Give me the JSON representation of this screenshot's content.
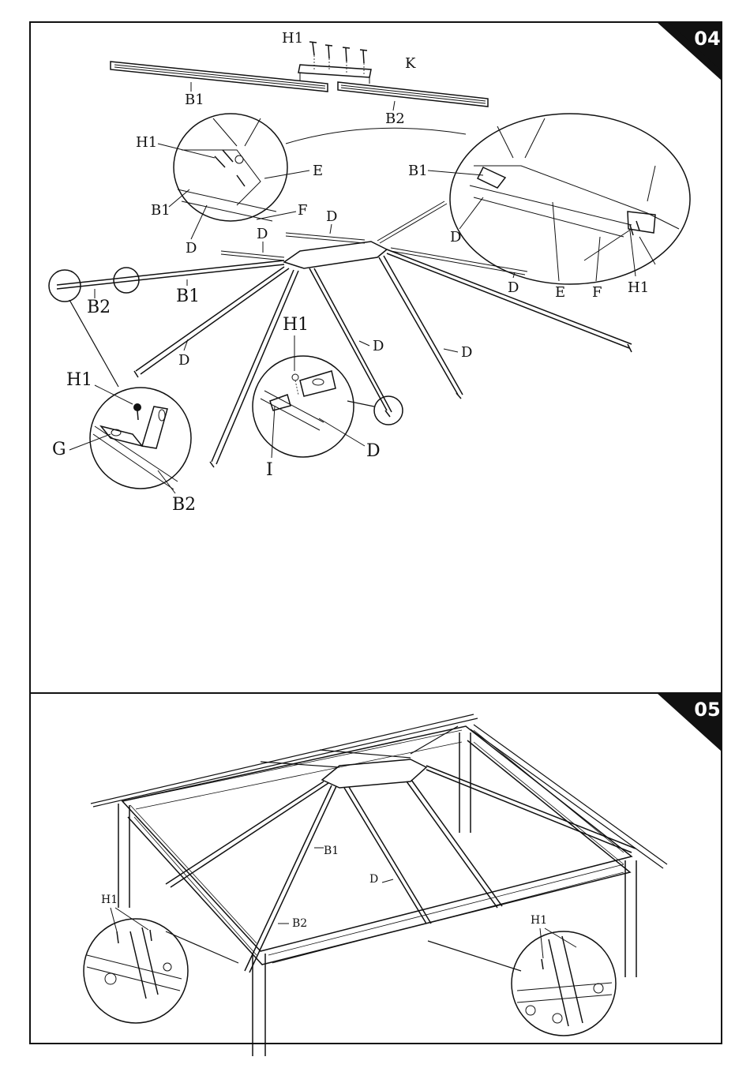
{
  "steps": [
    {
      "number": "04",
      "labels": {
        "h1_top": "H1",
        "k": "K",
        "b1_top": "B1",
        "b2_top": "B2",
        "h1_left": "H1",
        "e_left": "E",
        "b1_left": "B1",
        "f_left": "F",
        "d_left": "D",
        "b1_right": "B1",
        "d_right": "D",
        "e_right": "E",
        "f_right": "F",
        "h1_right": "H1",
        "d_1": "D",
        "d_2": "D",
        "d_3": "D",
        "b2_rail": "B2",
        "b1_rail": "B1",
        "h1_mid": "H1",
        "d_4": "D",
        "d_5": "D",
        "d_6": "D",
        "h1_dl": "H1",
        "g_dl": "G",
        "b2_dl": "B2",
        "i_dm": "I",
        "d_dm": "D"
      }
    },
    {
      "number": "05",
      "labels": {
        "b1": "B1",
        "d": "D",
        "b2": "B2",
        "h1_left": "H1",
        "h1_right": "H1"
      }
    }
  ],
  "colors": {
    "line": "#111111",
    "badge": "#111111",
    "paper": "#ffffff"
  }
}
